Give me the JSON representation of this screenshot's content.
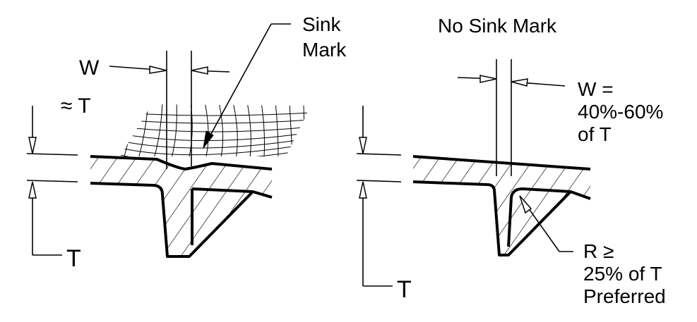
{
  "left_figure": {
    "sink_label_line1": "Sink",
    "sink_label_line2": "Mark",
    "w_label": "W",
    "w_value": "≈ T",
    "t_label": "T"
  },
  "right_figure": {
    "title": "No Sink Mark",
    "w_label_line1": "W =",
    "w_label_line2": "40%-60%",
    "w_label_line3": "of T",
    "r_label_line1": "R ≥",
    "r_label_line2": "25% of T",
    "r_label_line3": "Preferred",
    "t_label": "T"
  }
}
